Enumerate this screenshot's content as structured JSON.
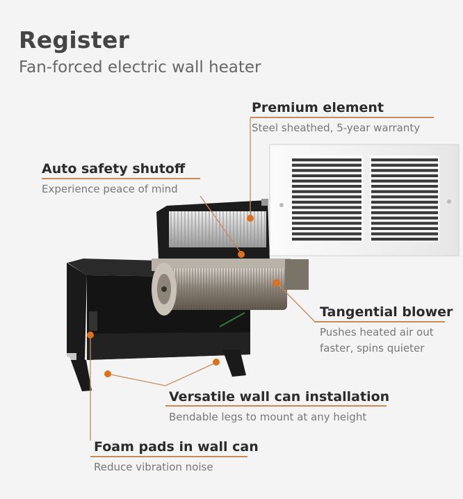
{
  "header": {
    "title": "Register",
    "subtitle": "Fan-forced electric wall heater"
  },
  "callouts": {
    "premium": {
      "title": "Premium element",
      "desc": "Steel sheathed, 5-year warranty"
    },
    "safety": {
      "title": "Auto safety shutoff",
      "desc": "Experience peace of mind"
    },
    "blower": {
      "title": "Tangential blower",
      "desc1": "Pushes heated air out",
      "desc2": "faster, spins quieter"
    },
    "wallcan": {
      "title": "Versatile wall can installation",
      "desc": "Bendable legs to mount at any height"
    },
    "foam": {
      "title": "Foam pads in wall can",
      "desc": "Reduce vibration noise"
    }
  },
  "colors": {
    "background": "#f4f4f4",
    "accent": "#c98a55",
    "dot": "#e0701e",
    "heading": "#2b2b2b",
    "muted": "#777777"
  }
}
